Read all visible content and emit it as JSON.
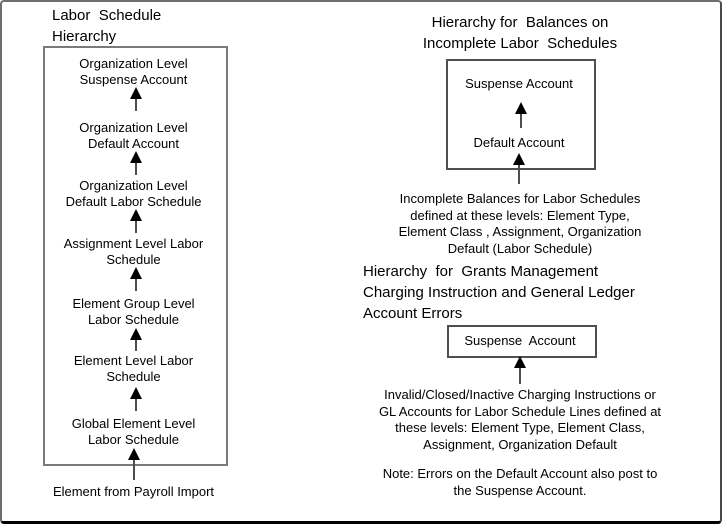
{
  "diagram": {
    "left": {
      "title": "Labor  Schedule\nHierarchy",
      "nodes": [
        "Organization Level\nSuspense Account",
        "Organization Level\nDefault Account",
        "Organization Level\nDefault Labor Schedule",
        "Assignment Level Labor\nSchedule",
        "Element Group Level\nLabor Schedule",
        "Element Level Labor\nSchedule",
        "Global Element Level\nLabor Schedule"
      ],
      "source_label": "Element from Payroll Import"
    },
    "top_right": {
      "title": "Hierarchy for  Balances on\nIncomplete Labor  Schedules",
      "box_node_top": "Suspense Account",
      "box_node_bottom": "Default Account",
      "caption": "Incomplete Balances for Labor Schedules\ndefined at these levels: Element Type,\nElement Class , Assignment, Organization\nDefault (Labor Schedule)"
    },
    "bottom_right": {
      "title": "Hierarchy  for  Grants Management\nCharging Instruction and General Ledger\nAccount Errors",
      "box_label": "Suspense  Account",
      "caption": "Invalid/Closed/Inactive Charging Instructions or\nGL Accounts for Labor Schedule Lines defined at\nthese levels: Element Type, Element Class,\nAssignment, Organization Default",
      "note": "Note: Errors on the Default Account also post to\nthe Suspense Account."
    },
    "colors": {
      "background": "#ffffff",
      "text": "#000000",
      "left_box_border": "#7a7a7a",
      "right_box_border": "#4f4f4f",
      "arrow": "#000000",
      "outer_frame": "#6e6e6e"
    }
  }
}
